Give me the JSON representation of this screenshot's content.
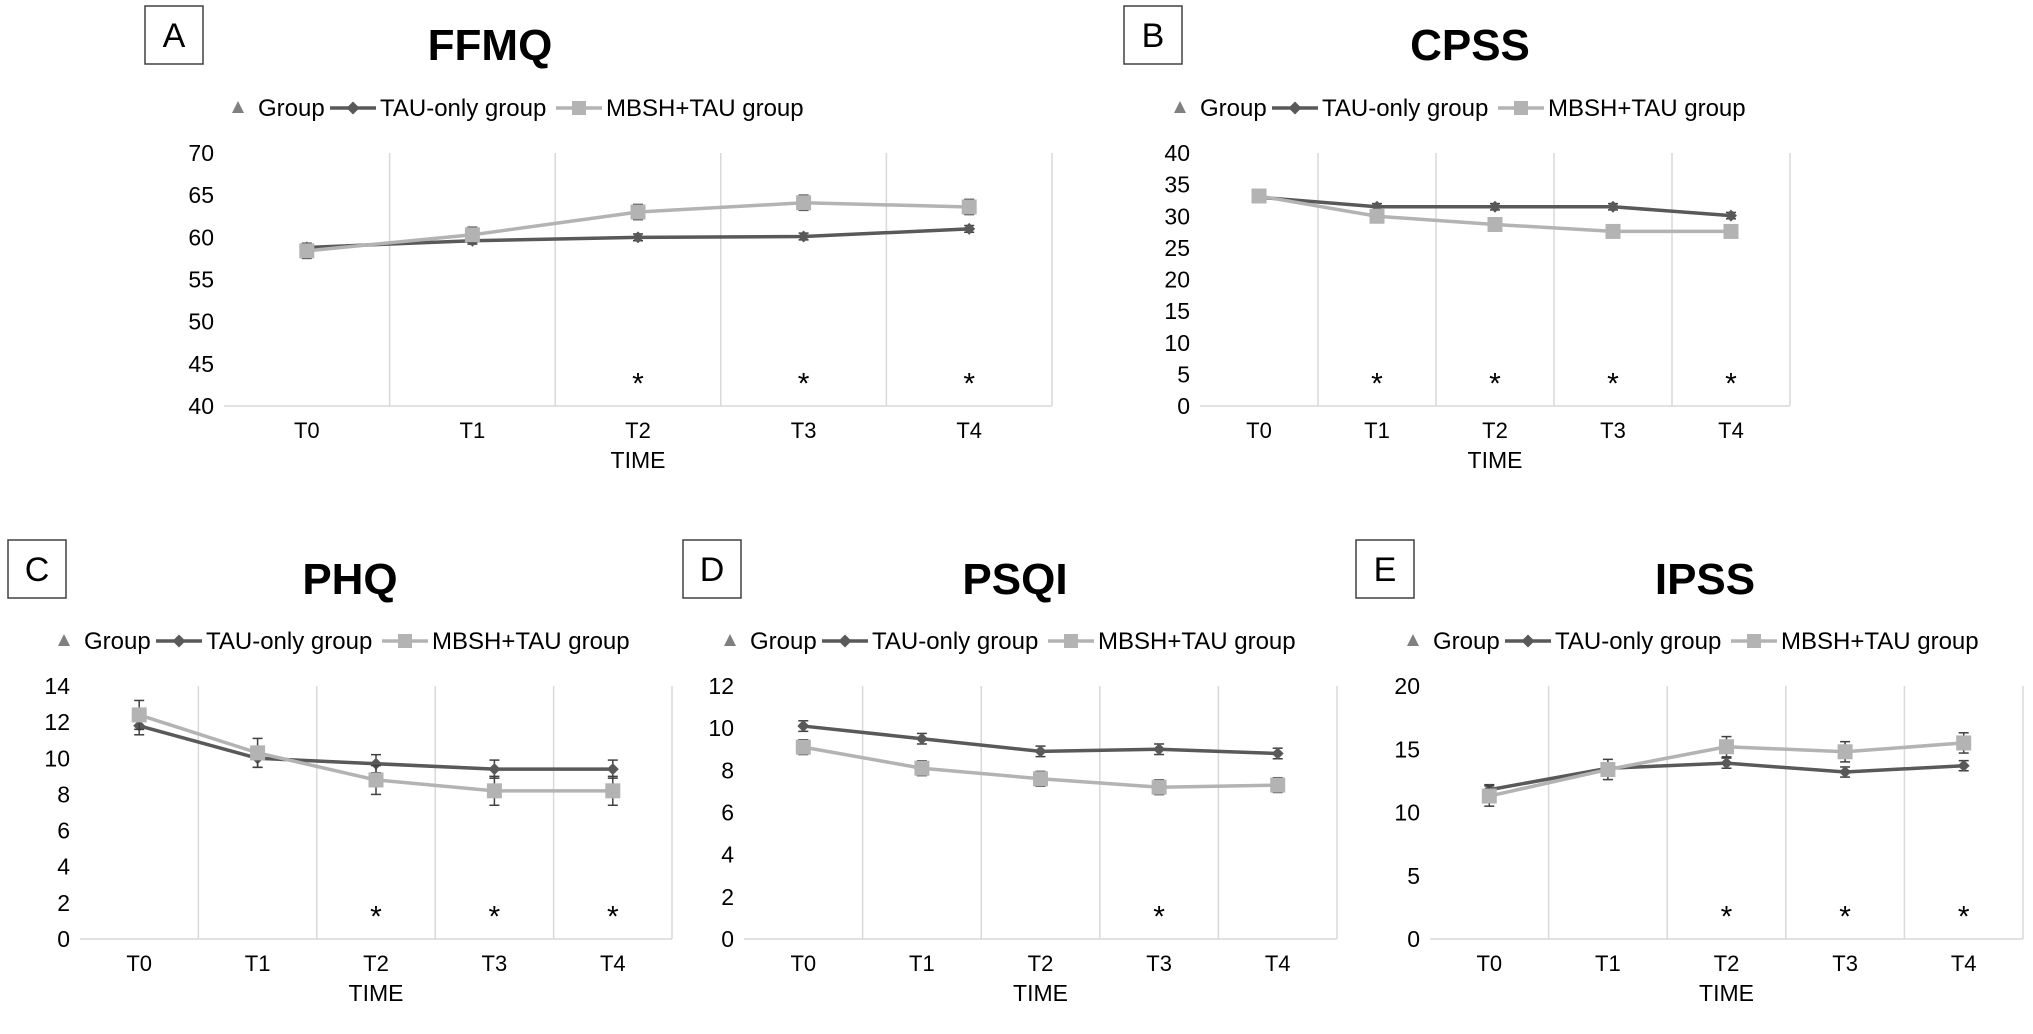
{
  "colors": {
    "tau": "#595959",
    "mbsh": "#b3b3b3",
    "group_marker": "#808080",
    "grid": "#d9d9d9",
    "text": "#000000"
  },
  "legend": {
    "group": "Group",
    "tau": "TAU-only group",
    "mbsh": "MBSH+TAU group"
  },
  "chart_data": [
    {
      "panel": "A",
      "title": "FFMQ",
      "type": "line",
      "xlabel": "TIME",
      "ylabel": "",
      "categories": [
        "T0",
        "T1",
        "T2",
        "T3",
        "T4"
      ],
      "ylim": [
        40,
        70
      ],
      "yticks": [
        40,
        45,
        50,
        55,
        60,
        65,
        70
      ],
      "grid": "vertical",
      "legend_position": "top",
      "series": [
        {
          "name": "TAU-only group",
          "values": [
            58.8,
            59.6,
            60.0,
            60.1,
            61.0
          ],
          "errors": [
            0.4,
            0.4,
            0.4,
            0.4,
            0.4
          ]
        },
        {
          "name": "MBSH+TAU group",
          "values": [
            58.4,
            60.3,
            63.0,
            64.1,
            63.6
          ],
          "errors": [
            0.9,
            0.9,
            0.9,
            0.9,
            0.9
          ]
        }
      ],
      "significance": [
        "",
        "",
        "*",
        "*",
        "*"
      ]
    },
    {
      "panel": "B",
      "title": "CPSS",
      "type": "line",
      "xlabel": "TIME",
      "ylabel": "",
      "categories": [
        "T0",
        "T1",
        "T2",
        "T3",
        "T4"
      ],
      "ylim": [
        0,
        40
      ],
      "yticks": [
        0,
        5,
        10,
        15,
        20,
        25,
        30,
        35,
        40
      ],
      "grid": "vertical",
      "legend_position": "top",
      "series": [
        {
          "name": "TAU-only group",
          "values": [
            33.0,
            31.5,
            31.5,
            31.5,
            30.1
          ],
          "errors": [
            0.5,
            0.5,
            0.5,
            0.5,
            0.5
          ]
        },
        {
          "name": "MBSH+TAU group",
          "values": [
            33.2,
            30.0,
            28.7,
            27.6,
            27.6
          ],
          "errors": [
            1.0,
            1.0,
            1.0,
            1.0,
            1.0
          ]
        }
      ],
      "significance": [
        "",
        "*",
        "*",
        "*",
        "*"
      ]
    },
    {
      "panel": "C",
      "title": "PHQ",
      "type": "line",
      "xlabel": "TIME",
      "ylabel": "",
      "categories": [
        "T0",
        "T1",
        "T2",
        "T3",
        "T4"
      ],
      "ylim": [
        0,
        14
      ],
      "yticks": [
        0,
        2,
        4,
        6,
        8,
        10,
        12,
        14
      ],
      "grid": "vertical",
      "legend_position": "top",
      "series": [
        {
          "name": "TAU-only group",
          "values": [
            11.8,
            10.0,
            9.7,
            9.4,
            9.4
          ],
          "errors": [
            0.5,
            0.5,
            0.5,
            0.5,
            0.5
          ]
        },
        {
          "name": "MBSH+TAU group",
          "values": [
            12.4,
            10.3,
            8.8,
            8.2,
            8.2
          ],
          "errors": [
            0.8,
            0.8,
            0.8,
            0.8,
            0.8
          ]
        }
      ],
      "significance": [
        "",
        "",
        "*",
        "*",
        "*"
      ]
    },
    {
      "panel": "D",
      "title": "PSQI",
      "type": "line",
      "xlabel": "TIME",
      "ylabel": "",
      "categories": [
        "T0",
        "T1",
        "T2",
        "T3",
        "T4"
      ],
      "ylim": [
        0,
        12
      ],
      "yticks": [
        0,
        2,
        4,
        6,
        8,
        10,
        12
      ],
      "grid": "vertical",
      "legend_position": "top",
      "series": [
        {
          "name": "TAU-only group",
          "values": [
            10.1,
            9.5,
            8.9,
            9.0,
            8.8
          ],
          "errors": [
            0.25,
            0.25,
            0.25,
            0.25,
            0.25
          ]
        },
        {
          "name": "MBSH+TAU group",
          "values": [
            9.1,
            8.1,
            7.6,
            7.2,
            7.3
          ],
          "errors": [
            0.35,
            0.35,
            0.35,
            0.35,
            0.35
          ]
        }
      ],
      "significance": [
        "",
        "",
        "",
        "*",
        ""
      ]
    },
    {
      "panel": "E",
      "title": "IPSS",
      "type": "line",
      "xlabel": "TIME",
      "ylabel": "",
      "categories": [
        "T0",
        "T1",
        "T2",
        "T3",
        "T4"
      ],
      "ylim": [
        0,
        20
      ],
      "yticks": [
        0,
        5,
        10,
        15,
        20
      ],
      "grid": "vertical",
      "legend_position": "top",
      "series": [
        {
          "name": "TAU-only group",
          "values": [
            11.8,
            13.5,
            13.9,
            13.2,
            13.7
          ],
          "errors": [
            0.4,
            0.4,
            0.4,
            0.4,
            0.4
          ]
        },
        {
          "name": "MBSH+TAU group",
          "values": [
            11.3,
            13.4,
            15.2,
            14.8,
            15.5
          ],
          "errors": [
            0.8,
            0.8,
            0.8,
            0.8,
            0.8
          ]
        }
      ],
      "significance": [
        "",
        "",
        "*",
        "*",
        "*"
      ]
    }
  ]
}
